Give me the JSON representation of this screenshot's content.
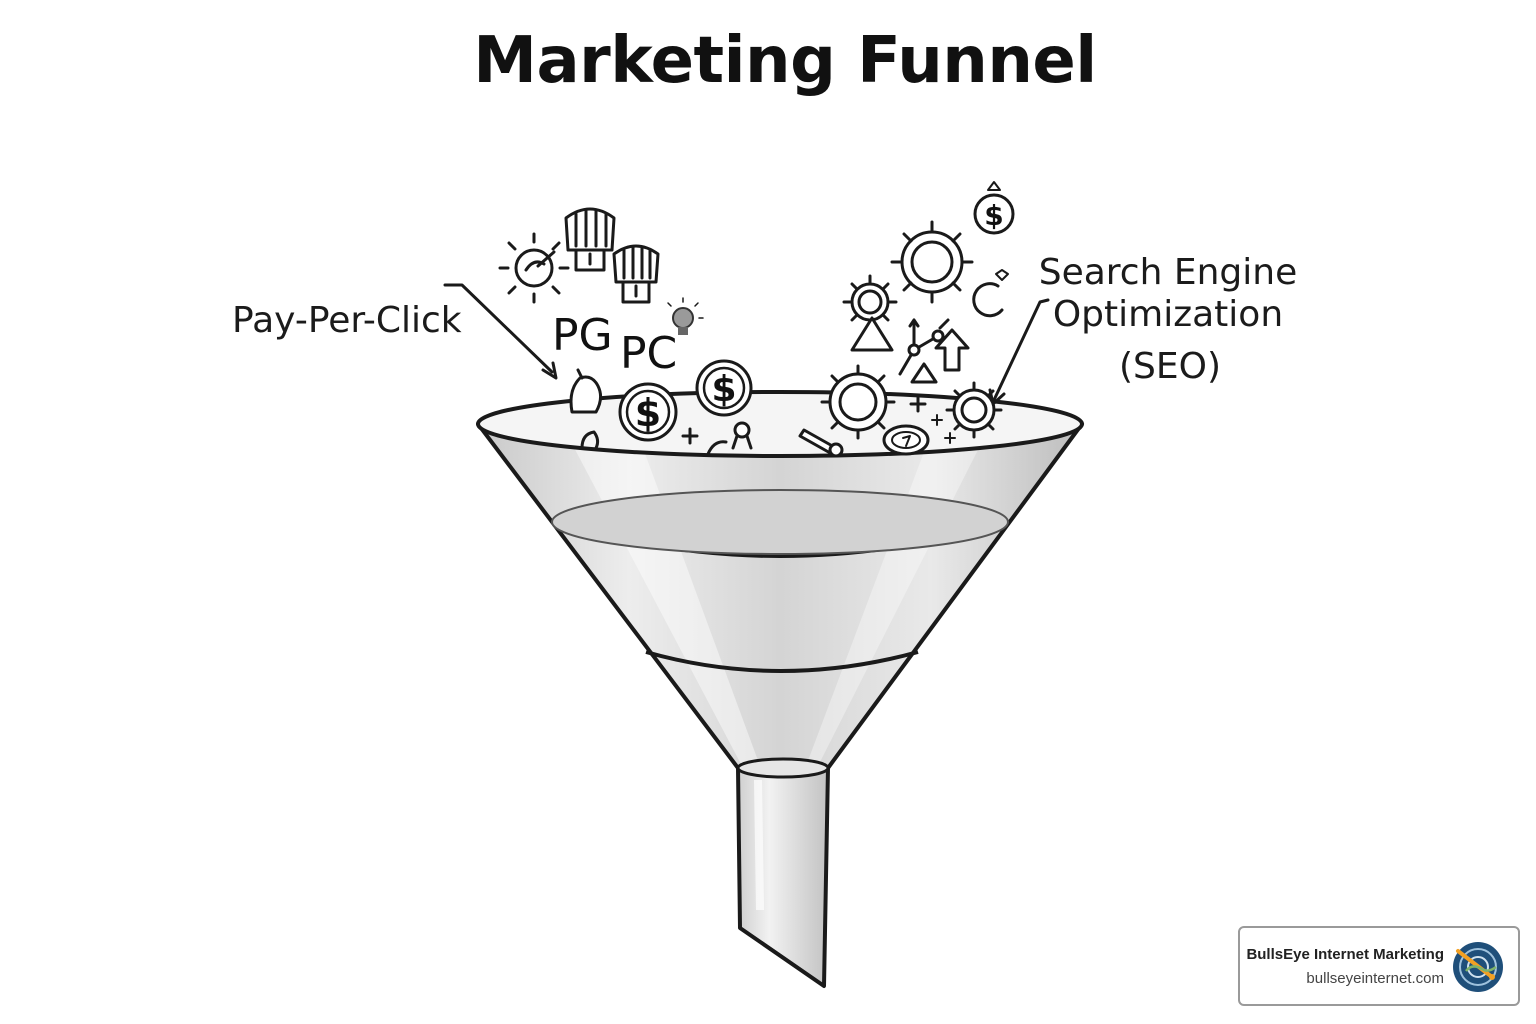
{
  "title": "Marketing Funnel",
  "labels": {
    "left": "Pay-Per-Click",
    "right_line1": "Search Engine",
    "right_line2": "Optimization",
    "right_line3": "(SEO)"
  },
  "icon_text": {
    "pg": "PG",
    "pc": "PC",
    "dollar": "$"
  },
  "badge": {
    "name": "BullsEye Internet Marketing",
    "url": "bullseyeinternet.com"
  },
  "icons": [
    "dollar-coin-icon",
    "gear-icon",
    "shield-icon",
    "lightbulb-icon",
    "sun-icon",
    "arrow-up-icon",
    "bullseye-logo-icon"
  ]
}
